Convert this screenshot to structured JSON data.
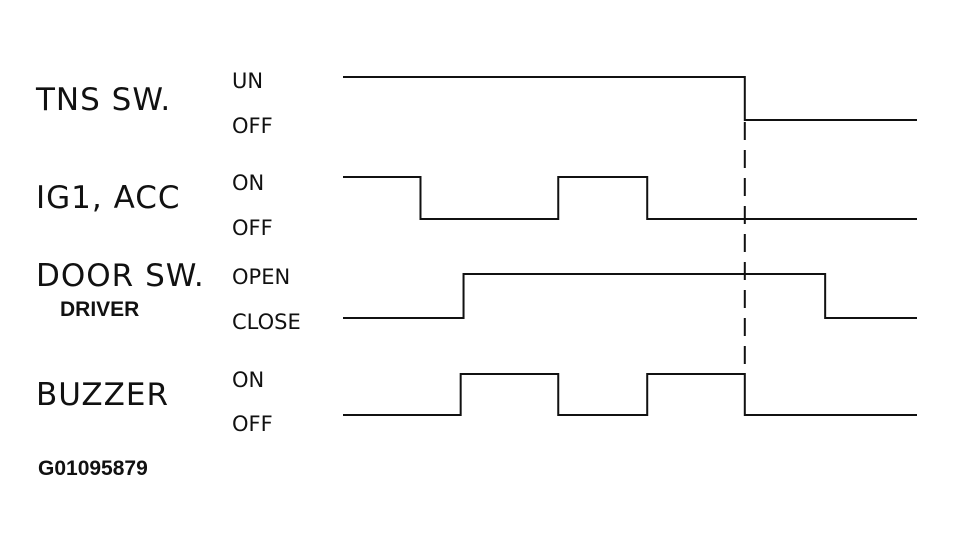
{
  "signals": [
    {
      "name": "TNS SW.",
      "sub_label": "",
      "high_state": "UN",
      "low_state": "OFF",
      "levels": [
        [
          0,
          1
        ],
        [
          0.7,
          0
        ]
      ]
    },
    {
      "name": "IG1, ACC",
      "sub_label": "",
      "high_state": "ON",
      "low_state": "OFF",
      "levels": [
        [
          0,
          1
        ],
        [
          0.135,
          0
        ],
        [
          0.375,
          1
        ],
        [
          0.53,
          0
        ]
      ]
    },
    {
      "name": "DOOR SW.",
      "sub_label": "DRIVER",
      "high_state": "OPEN",
      "low_state": "CLOSE",
      "levels": [
        [
          0,
          0
        ],
        [
          0.21,
          1
        ],
        [
          0.84,
          0
        ]
      ]
    },
    {
      "name": "BUZZER",
      "sub_label": "",
      "high_state": "ON",
      "low_state": "OFF",
      "levels": [
        [
          0,
          0
        ],
        [
          0.205,
          1
        ],
        [
          0.375,
          0
        ],
        [
          0.53,
          1
        ],
        [
          0.7,
          0
        ]
      ]
    }
  ],
  "marker_time": 0.7,
  "figure_id": "G01095879"
}
